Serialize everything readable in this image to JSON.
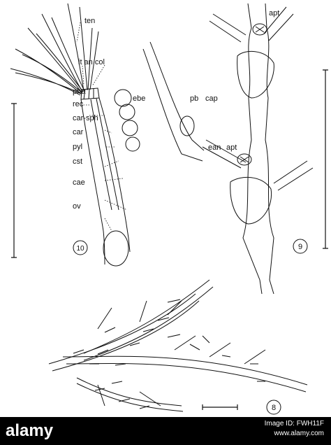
{
  "figure": {
    "labels": {
      "ten": "ten",
      "it_an_col": "it an col",
      "pha": "pha",
      "ebe": "ebe",
      "rec": "rec",
      "car_sph": "car-sph",
      "car": "car",
      "pyl": "pyl",
      "cst": "cst",
      "cae": "cae",
      "ov": "ov",
      "apt_top": "apt",
      "pb": "pb",
      "cap": "cap",
      "ean": "ean",
      "apt_mid": "apt"
    },
    "panels": {
      "fig10": "10",
      "fig9": "9",
      "fig8": "8"
    }
  },
  "footer": {
    "brand": "alamy",
    "image_id_line": "Image ID: FWH11F",
    "url": "www.alamy.com",
    "colors": {
      "background": "#000000",
      "text": "#ffffff"
    }
  }
}
